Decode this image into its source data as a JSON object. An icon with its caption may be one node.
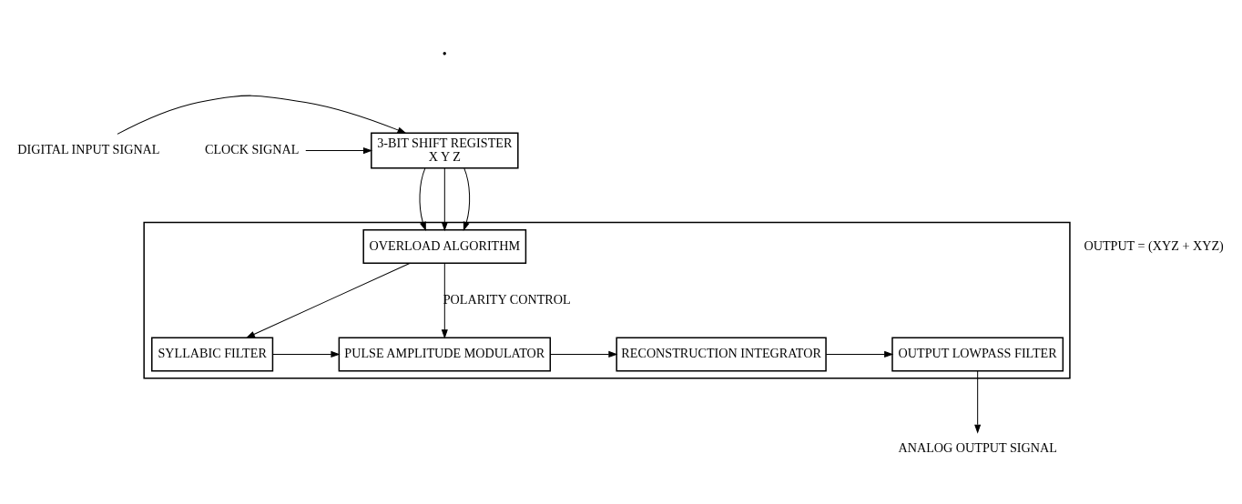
{
  "diagram": {
    "nodes": [
      {
        "text": [],
        "shape": "box"
      },
      {
        "text": [
          "3-BIT SHIFT REGISTER",
          "X Y Z"
        ]
      },
      {
        "text": [
          "OVERLOAD ALGORITHM"
        ],
        "in": 0
      },
      {
        "text": [
          "SYLLABIC FILTER"
        ],
        "in": 0
      },
      {
        "text": [
          "PULSE AMPLITUDE MODULATOR"
        ],
        "in": 0
      },
      {
        "text": [
          "RECONSTRUCTION INTEGRATOR"
        ],
        "in": 0
      },
      {
        "text": [
          "OUTPUT LOWPASS FILTER"
        ],
        "in": 0
      },
      {
        "text": [
          "DIGITAL INPUT SIGNAL"
        ]
      },
      {
        "text": [
          "CLOCK SIGNAL"
        ]
      },
      {
        "text": [
          "ANALOG OUTPUT SIGNAL"
        ]
      }
    ],
    "edges": [
      {
        "from": 7,
        "to": 1,
        "arrow": "to"
      },
      {
        "from": 8,
        "to": 1,
        "arrow": "to"
      },
      {
        "from": 1,
        "to": 2,
        "arrow": "to"
      },
      {
        "from": 1,
        "to": 2,
        "arrow": "to"
      },
      {
        "from": 1,
        "to": 2,
        "arrow": "to"
      },
      {
        "from": 2,
        "to": 4,
        "arrow": "to",
        "label": "POLARITY CONTROL"
      },
      {
        "from": 2,
        "to": 3,
        "arrow": "to"
      },
      {
        "from": 3,
        "to": 4,
        "arrow": "to"
      },
      {
        "from": 4,
        "to": 5,
        "arrow": "to"
      },
      {
        "from": 5,
        "to": 6,
        "arrow": "to"
      },
      {
        "from": 6,
        "to": 9,
        "arrow": "to"
      }
    ],
    "labels": [
      "•",
      "OUTPUT = (XYZ + XYZ)"
    ]
  }
}
